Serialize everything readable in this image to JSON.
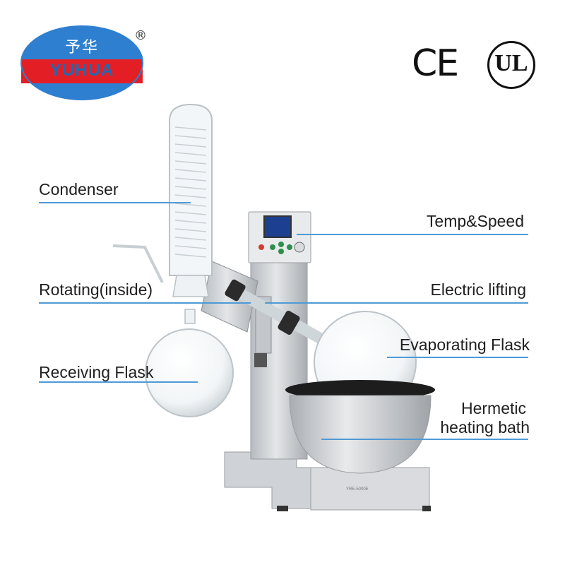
{
  "brand": {
    "name_cn": "予华",
    "name_en": "YUHUA",
    "registered_mark": "®",
    "colors": {
      "ellipse": "#2f7fd0",
      "band": "#e31f25",
      "text_cn": "#ffffff",
      "text_en": "#1c6bb8"
    }
  },
  "certifications": {
    "ce": "CE",
    "ul": "UL"
  },
  "labels": {
    "condenser": "Condenser",
    "temp_speed": "Temp&Speed",
    "rotating": "Rotating(inside)",
    "electric_lifting": "Electric lifting",
    "evaporating_flask": "Evaporating Flask",
    "receiving_flask": "Receiving Flask",
    "heating_bath_line1": "Hermetic",
    "heating_bath_line2": "heating bath"
  },
  "device": {
    "model_tag": "YRE-5000E"
  },
  "icons": [
    "yuhua-logo-icon",
    "ce-mark-icon",
    "ul-mark-icon",
    "rotary-evaporator-icon"
  ],
  "colors": {
    "callout_line": "#4f9ad6",
    "label_text": "#1f1f1f",
    "device_body": "#c9ccd0"
  }
}
